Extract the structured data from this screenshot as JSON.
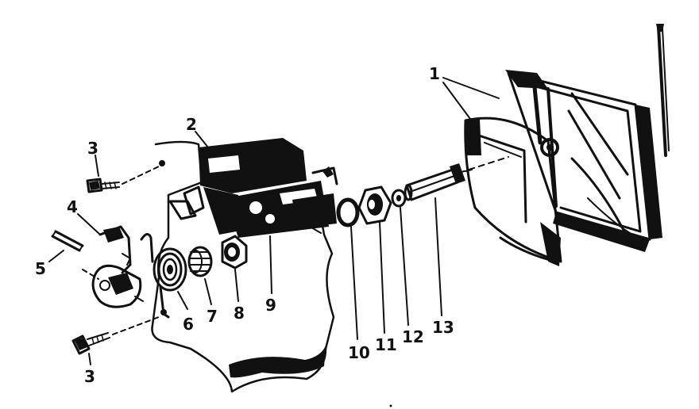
{
  "diagram": {
    "callouts": [
      {
        "id": "callout-1",
        "text": "1"
      },
      {
        "id": "callout-2",
        "text": "2"
      },
      {
        "id": "callout-3-top",
        "text": "3"
      },
      {
        "id": "callout-3-bottom",
        "text": "3"
      },
      {
        "id": "callout-4",
        "text": "4"
      },
      {
        "id": "callout-5",
        "text": "5"
      },
      {
        "id": "callout-6",
        "text": "6"
      },
      {
        "id": "callout-7",
        "text": "7"
      },
      {
        "id": "callout-8",
        "text": "8"
      },
      {
        "id": "callout-9",
        "text": "9"
      },
      {
        "id": "callout-10",
        "text": "10"
      },
      {
        "id": "callout-11",
        "text": "11"
      },
      {
        "id": "callout-12",
        "text": "12"
      },
      {
        "id": "callout-13",
        "text": "13"
      }
    ]
  }
}
